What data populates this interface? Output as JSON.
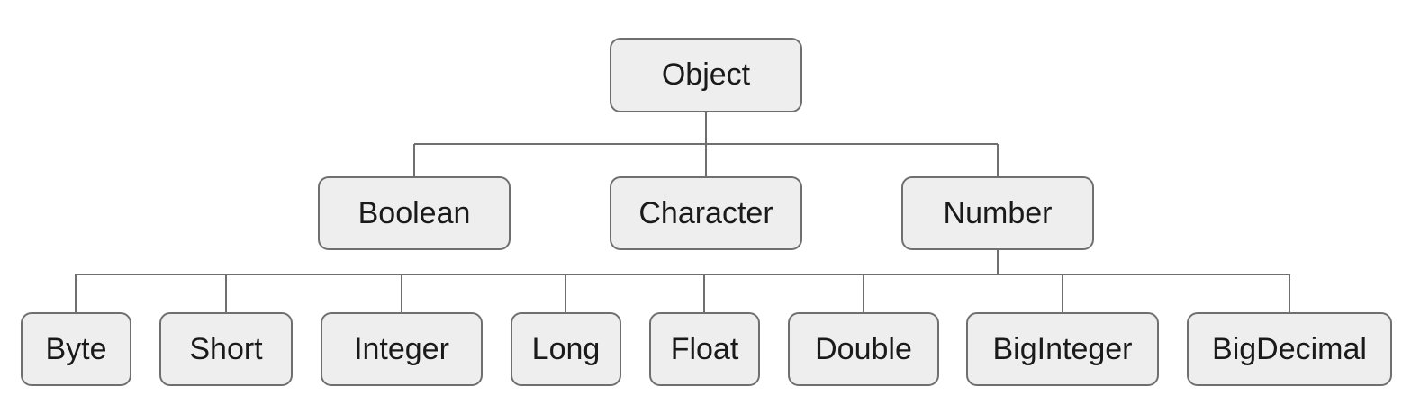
{
  "diagram": {
    "root": "Object",
    "level1": [
      "Boolean",
      "Character",
      "Number"
    ],
    "number_children": [
      "Byte",
      "Short",
      "Integer",
      "Long",
      "Float",
      "Double",
      "BigInteger",
      "BigDecimal"
    ]
  },
  "colors": {
    "box_fill": "#eeeeee",
    "box_border": "#6f6f6f",
    "line": "#6f6f6f",
    "text": "#1a1a1a"
  }
}
